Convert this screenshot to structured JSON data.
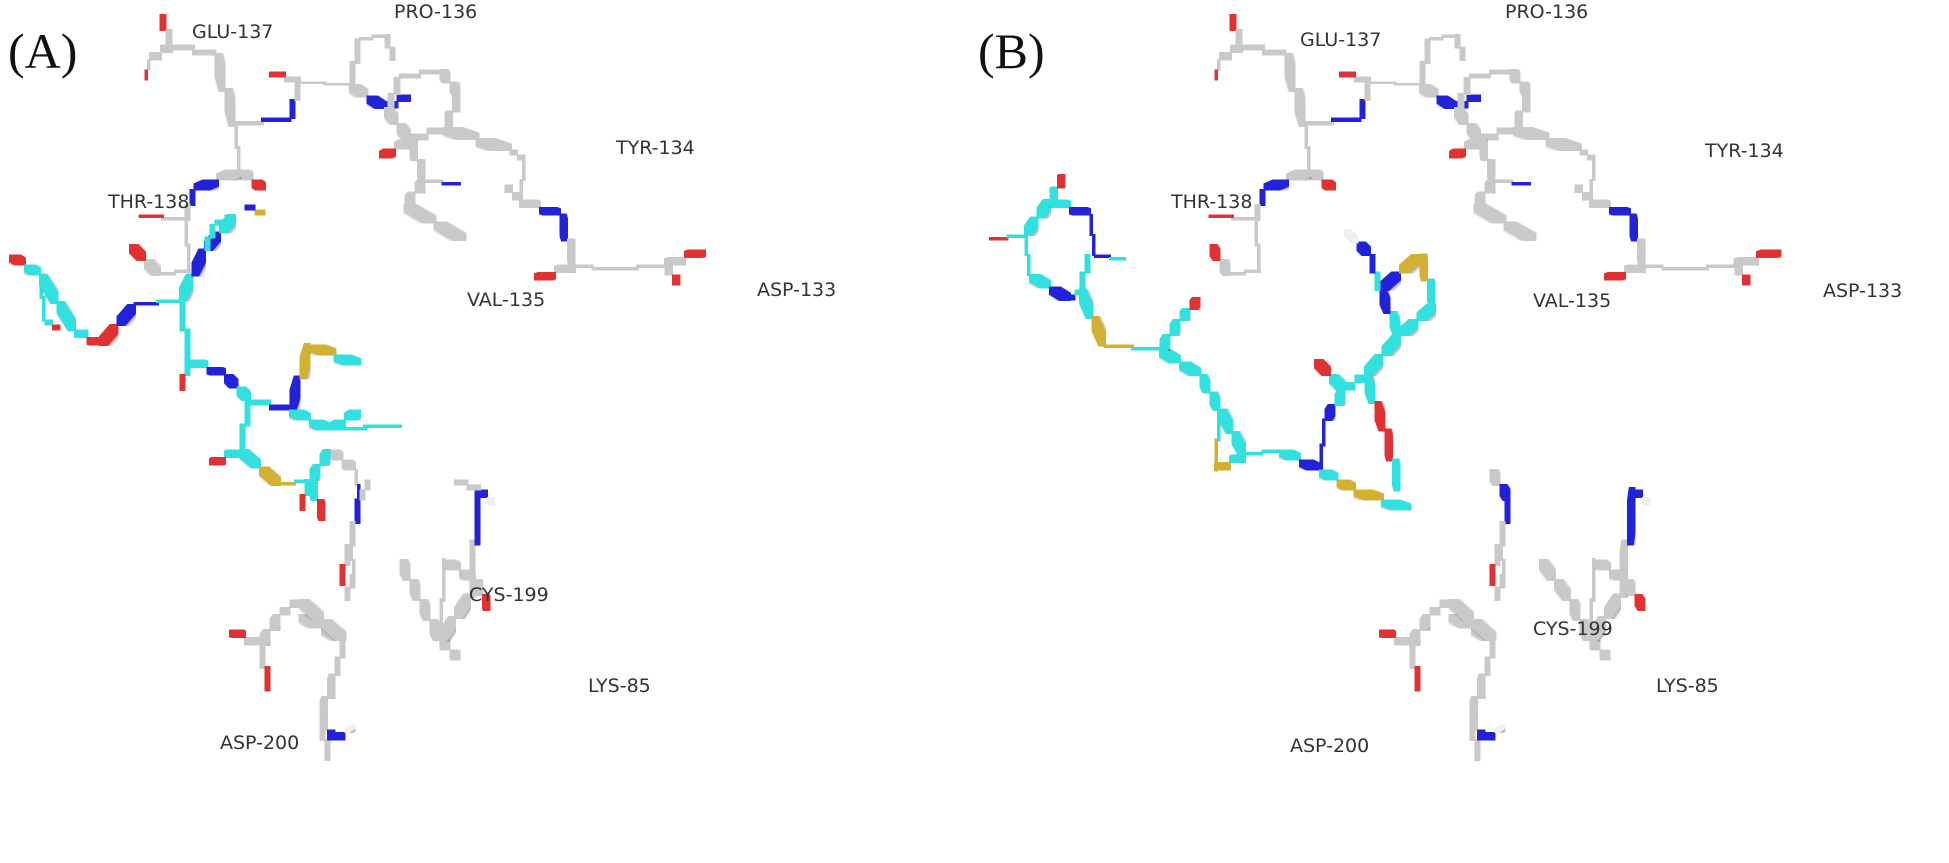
{
  "panels": [
    {
      "letter": "(A)",
      "labels": {
        "glu137": "GLU-137",
        "pro136": "PRO-136",
        "tyr134": "TYR-134",
        "thr138": "THR-138",
        "val135": "VAL-135",
        "asp133": "ASP-133",
        "cys199": "CYS-199",
        "lys85": "LYS-85",
        "asp200": "ASP-200"
      }
    },
    {
      "letter": "(B)",
      "labels": {
        "glu137": "GLU-137",
        "pro136": "PRO-136",
        "tyr134": "TYR-134",
        "thr138": "THR-138",
        "val135": "VAL-135",
        "asp133": "ASP-133",
        "cys199": "CYS-199",
        "lys85": "LYS-85",
        "asp200": "ASP-200"
      }
    }
  ],
  "colors": {
    "carbon_protein": "#c9c9c9",
    "carbon_ligand": "#33e0e0",
    "nitrogen": "#2020d8",
    "oxygen": "#e03030",
    "sulfur": "#d4b030",
    "hydrogen": "#f0f0f0"
  }
}
